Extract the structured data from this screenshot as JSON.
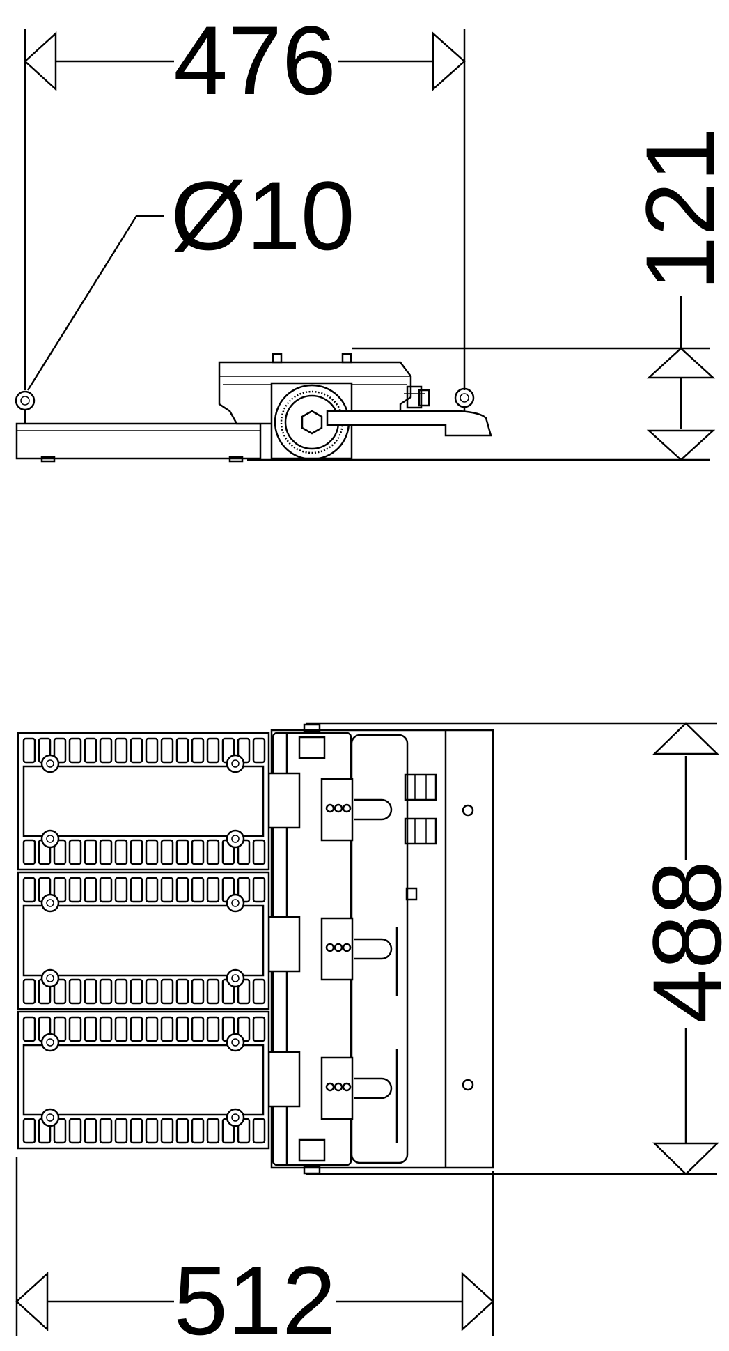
{
  "dimensions": {
    "top_width": "476",
    "diameter": "Ø10",
    "height": "121",
    "plan_depth": "488",
    "plan_width": "512"
  },
  "icons": {
    "ring_bolt": "eye-bolt-icon",
    "tilt_dial": "tilt-scale-icon"
  },
  "colors": {
    "line": "#000000",
    "background": "#ffffff"
  }
}
